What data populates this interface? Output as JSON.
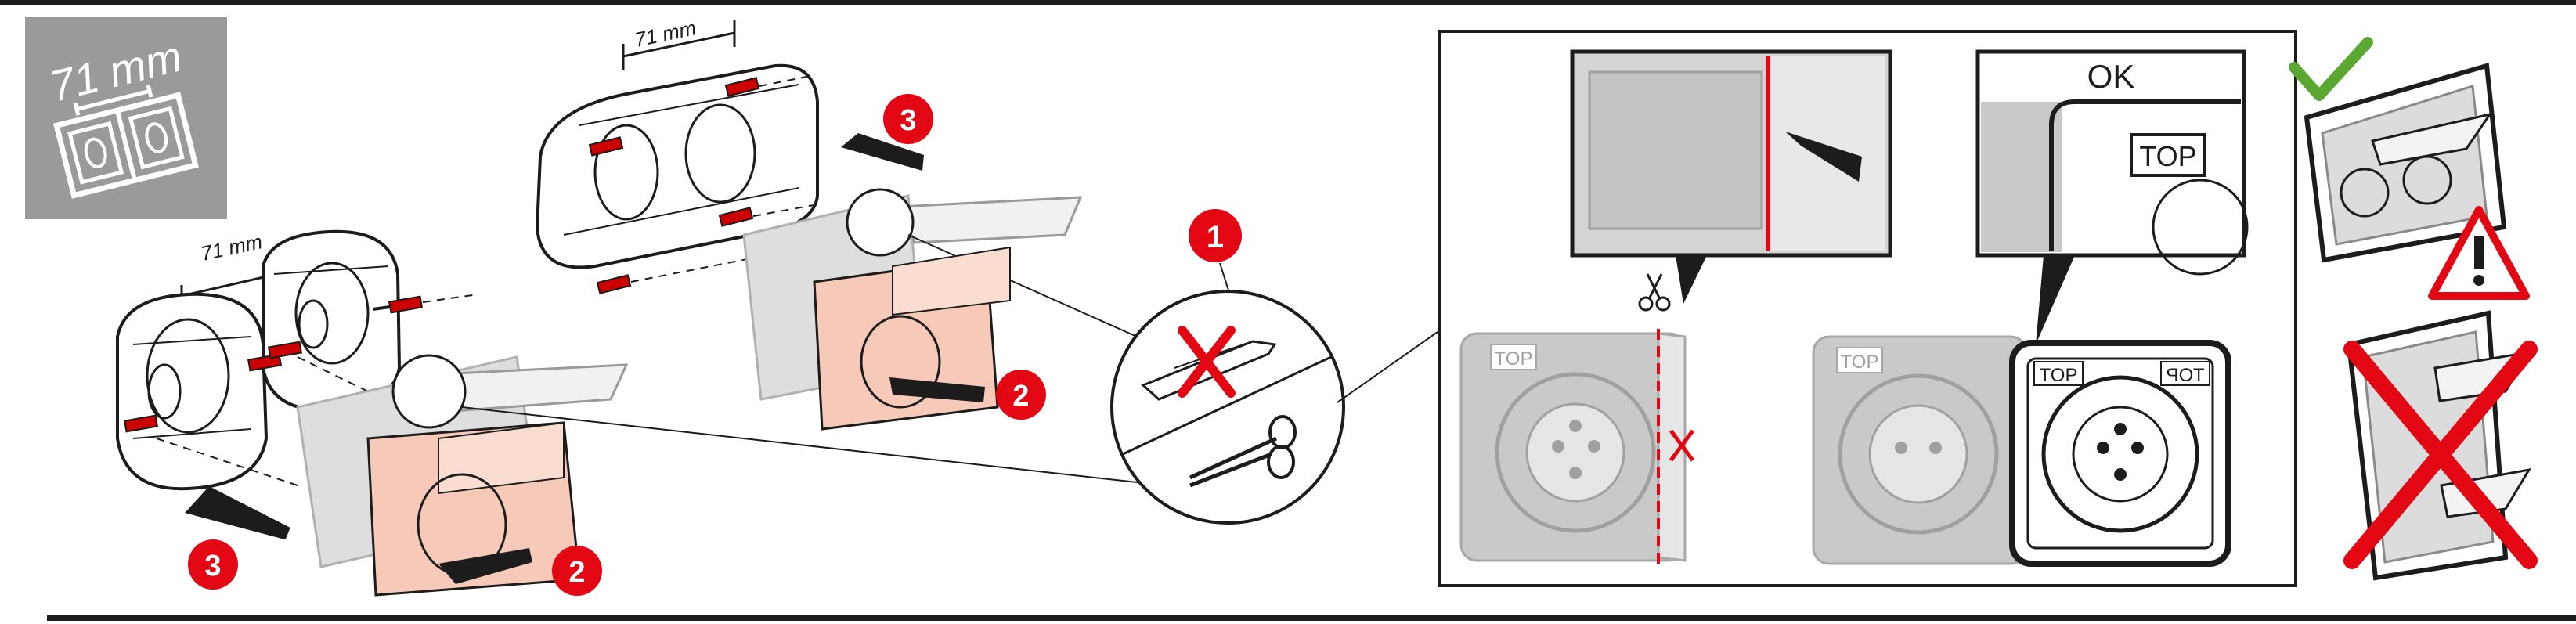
{
  "badge": {
    "dimension": "71 mm",
    "background": "#9a9a9a"
  },
  "exploded_views": {
    "left_dimension": "71 mm",
    "top_dimension": "71 mm"
  },
  "steps": {
    "cut": "1",
    "insert_left": "2",
    "insert_right": "2",
    "push_left": "3",
    "push_right": "3"
  },
  "detail_panel": {
    "ok_label": "OK",
    "top_label_left": "TOP",
    "top_label_right": "TOP",
    "top_label_mirror": "TOP",
    "zoom_top_label": "TOP"
  },
  "icons": {
    "scissors": "scissors-icon",
    "check": "check-icon",
    "warning": "warning-icon",
    "cross": "cross-icon"
  },
  "colors": {
    "step_red": "#e30613",
    "check_green": "#5aa832",
    "cross_red": "#e30613",
    "cover_pink": "#f6c9b8",
    "frame_gray": "#c9c9c9",
    "line_dark": "#1c1c1c",
    "cut_line": "#e30613"
  }
}
